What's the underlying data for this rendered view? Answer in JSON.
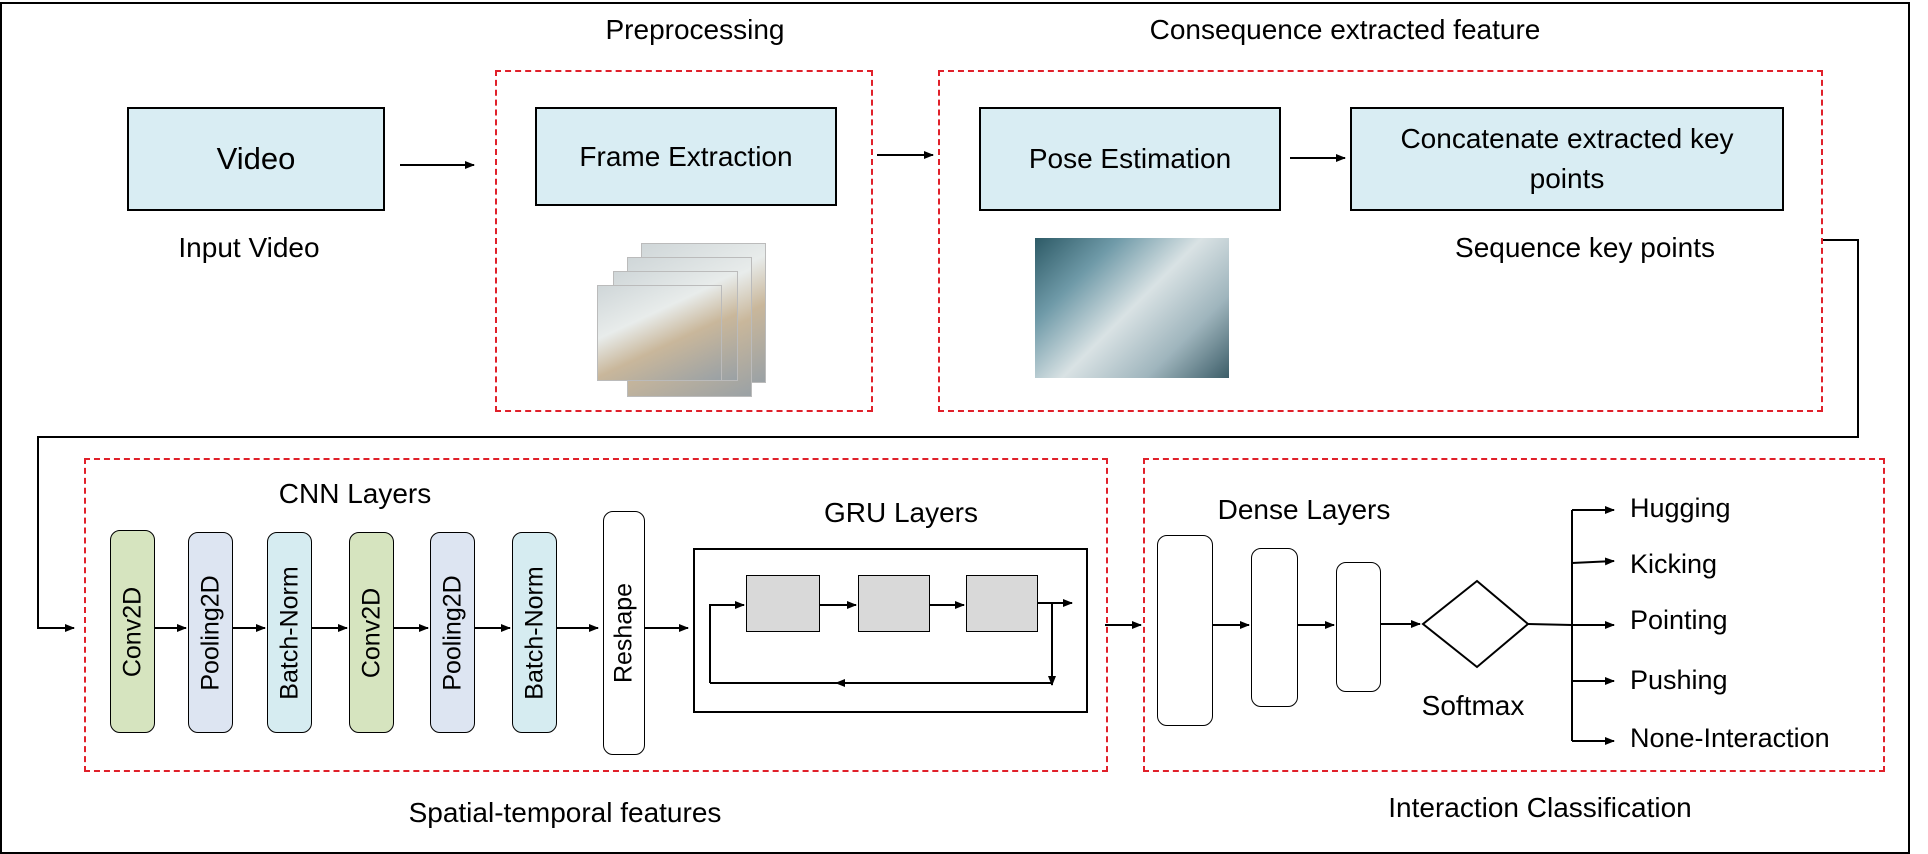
{
  "sections": {
    "preprocessing": "Preprocessing",
    "consequence": "Consequence extracted feature",
    "spatial_temporal": "Spatial-temporal features",
    "interaction_classification": "Interaction Classification"
  },
  "boxes": {
    "video": "Video",
    "frame_extraction": "Frame Extraction",
    "pose_estimation": "Pose Estimation",
    "concatenate": "Concatenate extracted key points"
  },
  "labels": {
    "input_video": "Input Video",
    "sequence_key_points": "Sequence key points",
    "cnn_layers": "CNN Layers",
    "gru_layers": "GRU Layers",
    "dense_layers": "Dense Layers",
    "softmax": "Softmax"
  },
  "cnn": [
    "Conv2D",
    "Pooling2D",
    "Batch-Norm",
    "Conv2D",
    "Pooling2D",
    "Batch-Norm"
  ],
  "reshape": "Reshape",
  "classes": [
    "Hugging",
    "Kicking",
    "Pointing",
    "Pushing",
    "None-Interaction"
  ],
  "colors": {
    "dash": "#e0202a",
    "box_fill": "#d9edf3",
    "conv": "#d6e4bf",
    "pool": "#dde5f2",
    "norm": "#d6ecf1",
    "gru_cell": "#d9d9d9"
  }
}
